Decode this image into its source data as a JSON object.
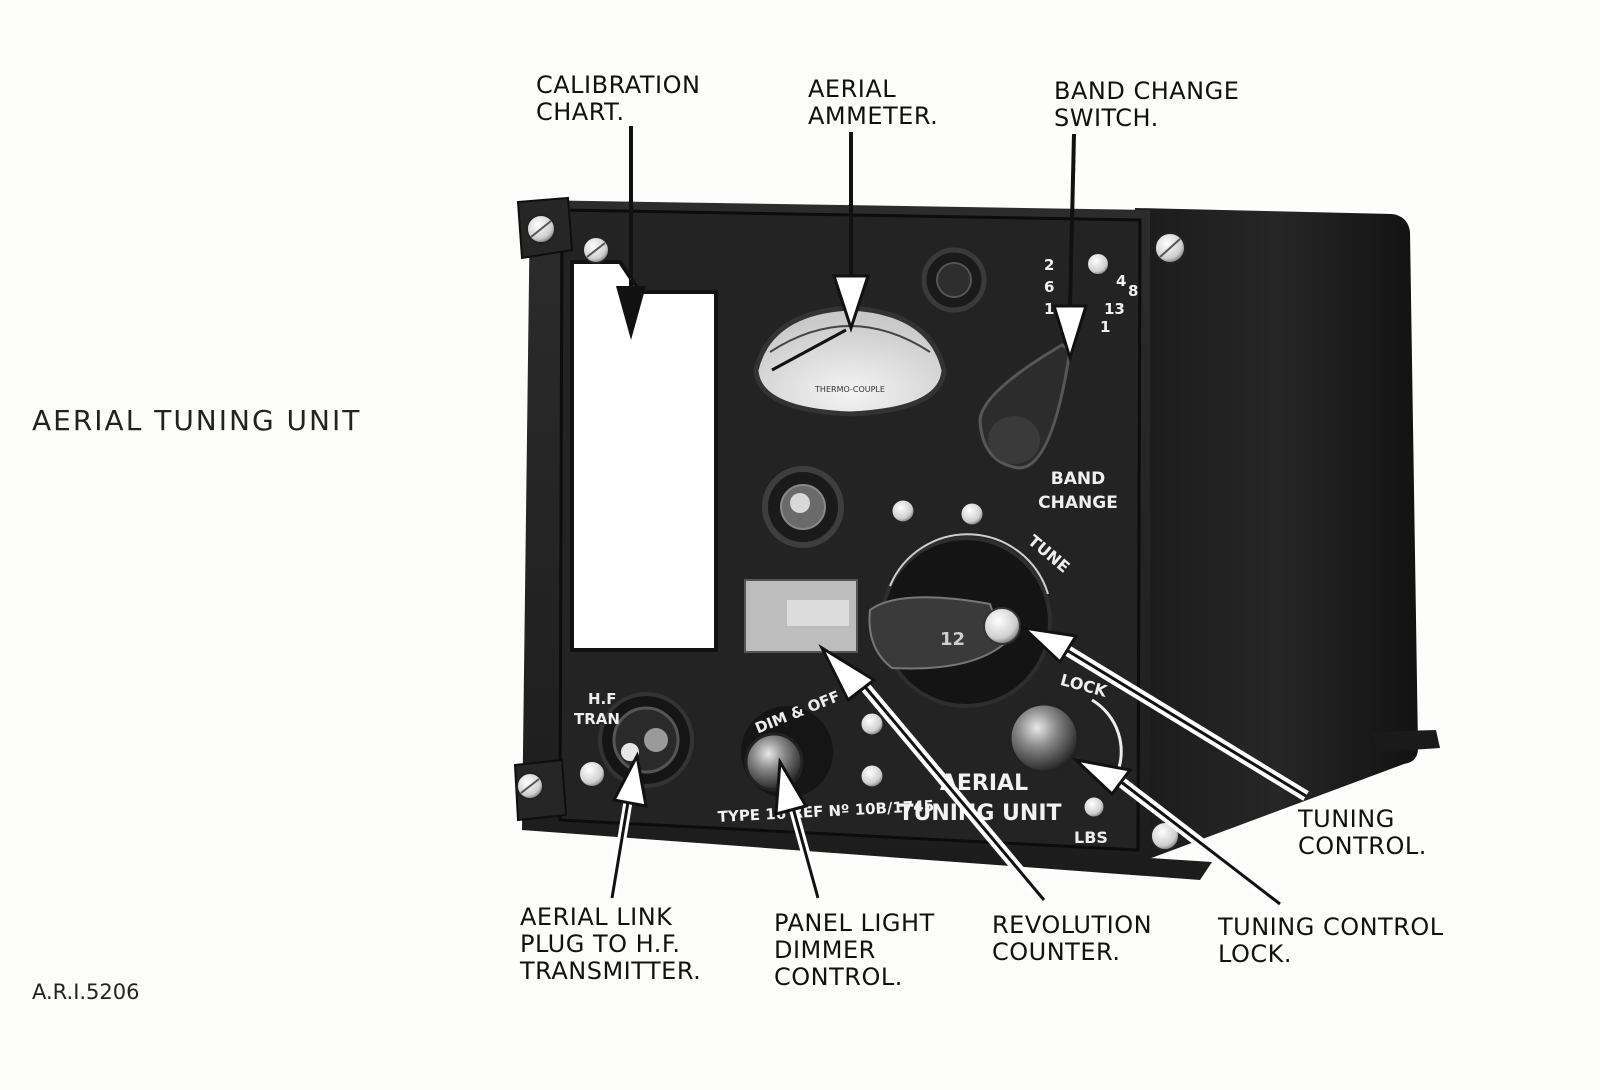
{
  "title": "AERIAL TUNING UNIT",
  "figure_ref": "A.R.I.5206",
  "callouts": {
    "calibration_chart": [
      "CALIBRATION",
      "CHART."
    ],
    "aerial_ammeter": [
      "AERIAL",
      "AMMETER."
    ],
    "band_change_switch": [
      "BAND CHANGE",
      "SWITCH."
    ],
    "tuning_control": [
      "TUNING",
      "CONTROL."
    ],
    "aerial_link_plug": [
      "AERIAL LINK",
      "PLUG TO H.F.",
      "TRANSMITTER."
    ],
    "panel_light_dimmer": [
      "PANEL LIGHT",
      "DIMMER",
      "CONTROL."
    ],
    "revolution_counter": [
      "REVOLUTION",
      "COUNTER."
    ],
    "tuning_control_lock": [
      "TUNING CONTROL",
      "LOCK."
    ]
  },
  "panel_markings": {
    "band_change": [
      "BAND",
      "CHANGE"
    ],
    "band_numbers_left": [
      "2",
      "6",
      "1"
    ],
    "band_numbers_right": [
      "4",
      "8",
      "13",
      "1"
    ],
    "tune": "TUNE",
    "lock": "LOCK",
    "lbs": "LBS",
    "dim_off": "DIM & OFF",
    "hf_tran": [
      "H.F",
      "TRAN"
    ],
    "name_plate": [
      "AERIAL",
      "TUNING UNIT"
    ],
    "type_ref": "TYPE 16   REF Nº 10B/1745",
    "counter_digits": "12"
  }
}
